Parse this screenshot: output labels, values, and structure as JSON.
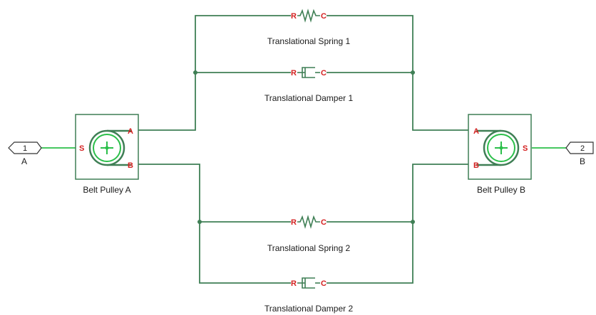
{
  "blocks": {
    "pulley_a": {
      "label": "Belt Pulley A",
      "port_s": "S",
      "port_a": "A",
      "port_b": "B"
    },
    "pulley_b": {
      "label": "Belt Pulley B",
      "port_s": "S",
      "port_a": "A",
      "port_b": "B"
    },
    "spring_1": {
      "label": "Translational Spring 1",
      "port_r": "R",
      "port_c": "C"
    },
    "damper_1": {
      "label": "Translational Damper 1",
      "port_r": "R",
      "port_c": "C"
    },
    "spring_2": {
      "label": "Translational Spring 2",
      "port_r": "R",
      "port_c": "C"
    },
    "damper_2": {
      "label": "Translational Damper 2",
      "port_r": "R",
      "port_c": "C"
    }
  },
  "ports": {
    "inport_a": {
      "number": "1",
      "label": "A"
    },
    "outport_b": {
      "number": "2",
      "label": "B"
    }
  },
  "colors": {
    "physical_line": "#3f7f55",
    "signal_line": "#2bbf4a",
    "port_text": "#d42020",
    "pulley_ring": "#2bbf4a"
  }
}
